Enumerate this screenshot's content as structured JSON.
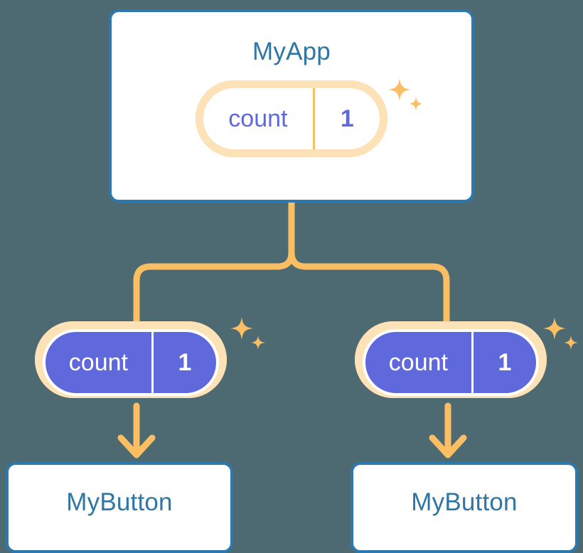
{
  "diagram": {
    "title": "React state propagation tree",
    "background_color": "#4d6971",
    "accent_blue": "#2d79ad",
    "accent_orange": "#fbbe63",
    "accent_halo": "#fde2b8",
    "accent_purple": "#6069dc",
    "text_blue": "#2f76a5"
  },
  "root": {
    "card_label": "MyApp",
    "state": {
      "key": "count",
      "value": "1"
    },
    "sparkle_icon": "sparkles-icon"
  },
  "children": [
    {
      "state": {
        "key": "count",
        "value": "1"
      },
      "card_label": "MyButton",
      "sparkle_icon": "sparkles-icon"
    },
    {
      "state": {
        "key": "count",
        "value": "1"
      },
      "card_label": "MyButton",
      "sparkle_icon": "sparkles-icon"
    }
  ],
  "connectors": {
    "trunk_icon": "tree-branch-connector",
    "arrow_icon": "arrow-down-icon"
  }
}
